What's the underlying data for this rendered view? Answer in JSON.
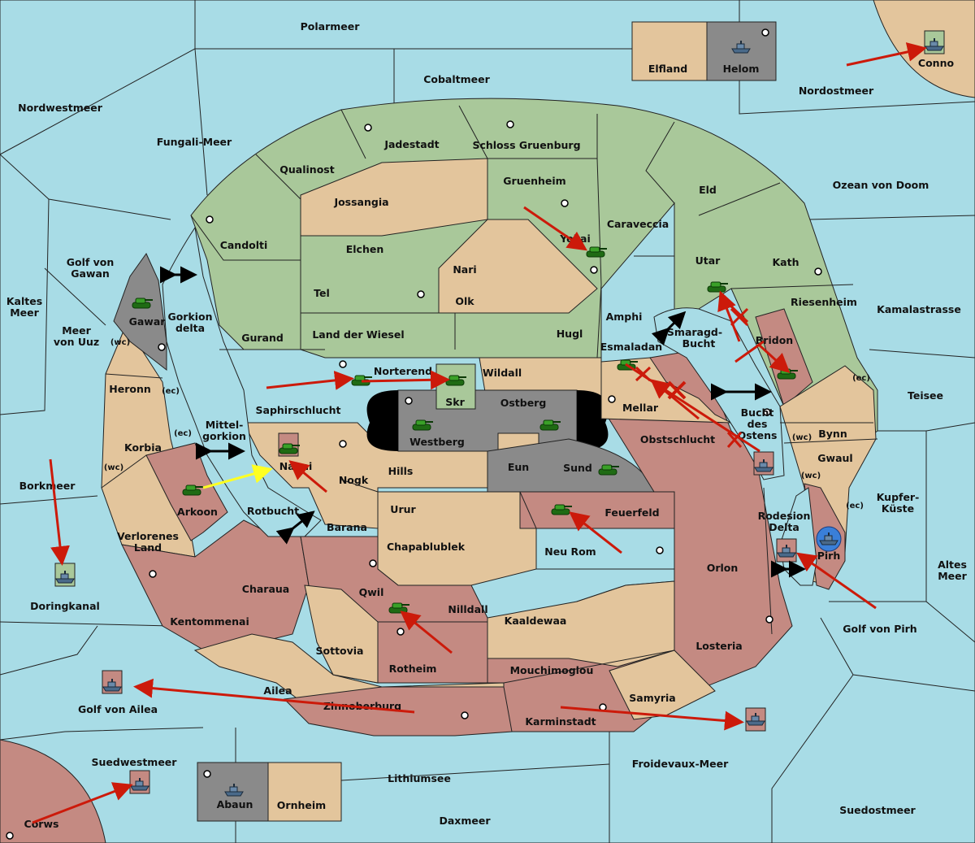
{
  "colors": {
    "sea": "#a8dce6",
    "green": "#a9c89a",
    "tan": "#e3c59c",
    "red": "#c48a82",
    "grey": "#8a8a8a",
    "black": "#000000",
    "order_red": "#cc1a0a",
    "order_yellow": "#ffff22",
    "unit_army_green": "#2e8a20",
    "unit_fleet_blue": "#3a7fd8"
  },
  "seas": {
    "polarmeer": "Polarmeer",
    "cobaltmeer": "Cobaltmeer",
    "nordwestmeer": "Nordwestmeer",
    "fungali": "Fungali-Meer",
    "nordostmeer": "Nordostmeer",
    "ozean_doom": "Ozean von Doom",
    "golf_gawan": [
      "Golf von",
      "Gawan"
    ],
    "kaltes_meer": [
      "Kaltes",
      "Meer"
    ],
    "meer_uuz": [
      "Meer",
      "von Uuz"
    ],
    "gorkion": [
      "Gorkion",
      "delta"
    ],
    "mittelgorkion": [
      "Mittel-",
      "gorkion"
    ],
    "kamalastrasse": "Kamalastrasse",
    "smaragd": [
      "Smaragd-",
      "Bucht"
    ],
    "bucht_ostens": [
      "Bucht",
      "des",
      "Ostens"
    ],
    "teisee": "Teisee",
    "borkmeer": "Borkmeer",
    "rotbucht": "Rotbucht",
    "kupferkueste": [
      "Kupfer-",
      "Küste"
    ],
    "rodesion": [
      "Rodesion",
      "Delta"
    ],
    "altes_meer": [
      "Altes",
      "Meer"
    ],
    "doringkanal": "Doringkanal",
    "golf_pirh": "Golf von Pirh",
    "golf_ailea": "Golf von Ailea",
    "suedwestmeer": "Suedwestmeer",
    "lithiumsee": "Lithiumsee",
    "froidevaux": "Froidevaux-Meer",
    "suedostmeer": "Suedostmeer",
    "daxmeer": "Daxmeer"
  },
  "lands": {
    "elfland": "Elfland",
    "helom": "Helom",
    "conno": "Conno",
    "jadestadt": "Jadestadt",
    "schloss": "Schloss Gruenburg",
    "qualinost": "Qualinost",
    "jossangia": "Jossangia",
    "gruenheim": "Gruenheim",
    "eld": "Eld",
    "candolti": "Candolti",
    "elchen": "Elchen",
    "caraveccia": "Caraveccia",
    "yokai": "Yokai",
    "nari": "Nari",
    "utar": "Utar",
    "kath": "Kath",
    "tel": "Tel",
    "olk": "Olk",
    "amphi": "Amphi",
    "riesenheim": "Riesenheim",
    "gawar": "Gawar",
    "gurand": "Gurand",
    "land_wiesel": "Land der Wiesel",
    "hugl": "Hugl",
    "bridon": "Bridon",
    "esmaladan": "Esmaladan",
    "heronn": "Heronn",
    "norterend": "Norterend",
    "wildall": "Wildall",
    "saphirschlucht": "Saphirschlucht",
    "skr": "Skr",
    "ostberg": "Ostberg",
    "mellar": "Mellar",
    "korbia": "Korbia",
    "westberg": "Westberg",
    "bynn": "Bynn",
    "obstschlucht": "Obstschlucht",
    "nabai": "Nabai",
    "hills": "Hills",
    "eun": "Eun",
    "sund": "Sund",
    "gwaul": "Gwaul",
    "nogk": "Nogk",
    "arkoon": "Arkoon",
    "urur": "Urur",
    "feuerfeld": "Feuerfeld",
    "verlorenes": [
      "Verlorenes",
      "Land"
    ],
    "barana": "Barana",
    "chapablublek": "Chapablublek",
    "neu_rom": "Neu Rom",
    "orlon": "Orlon",
    "pirh": "Pirh",
    "charaua": "Charaua",
    "qwil": "Qwil",
    "nilldall": "Nilldall",
    "kentommenai": "Kentommenai",
    "kaaldewaa": "Kaaldewaa",
    "losteria": "Losteria",
    "sottovia": "Sottovia",
    "rotheim": "Rotheim",
    "mouchimoglou": "Mouchimoglou",
    "ailea": "Ailea",
    "samyria": "Samyria",
    "zinnoberburg": "Zinnoberburg",
    "karminstadt": "Karminstadt",
    "abaun": "Abaun",
    "ornheim": "Ornheim",
    "corws": "Corws"
  },
  "coast_tags": {
    "wc": "(wc)",
    "ec": "(ec)"
  }
}
